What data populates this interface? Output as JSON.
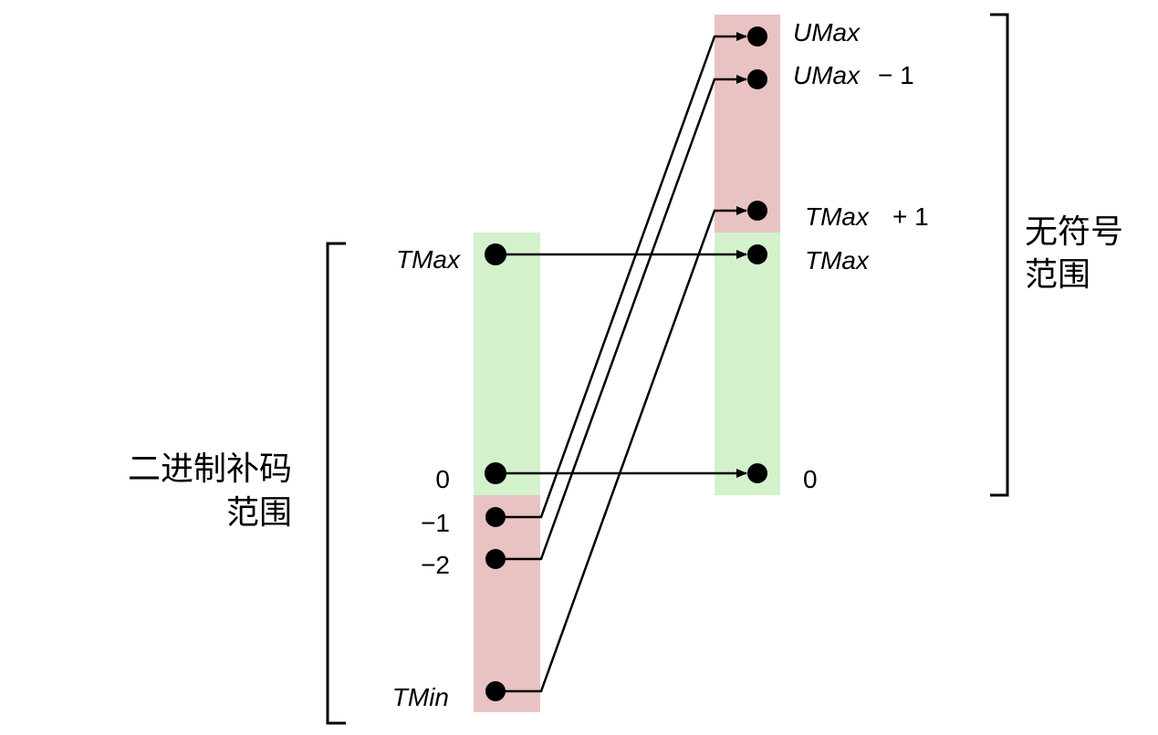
{
  "colors": {
    "positive_region": "#d3f2cc",
    "negative_region": "#e9c3c3",
    "line": "#000000",
    "dot": "#000000"
  },
  "left_column": {
    "range_label_line1": "二进制补码",
    "range_label_line2": "范围",
    "labels": {
      "tmax": "TMax",
      "zero": "0",
      "neg_one": "−1",
      "neg_two": "−2",
      "tmin": "TMin"
    }
  },
  "right_column": {
    "range_label_line1": "无符号",
    "range_label_line2": "范围",
    "labels": {
      "umax": "UMax",
      "umax_minus": "− 1",
      "tmax_plus": "+ 1",
      "tmax": "TMax",
      "zero": "0"
    }
  }
}
